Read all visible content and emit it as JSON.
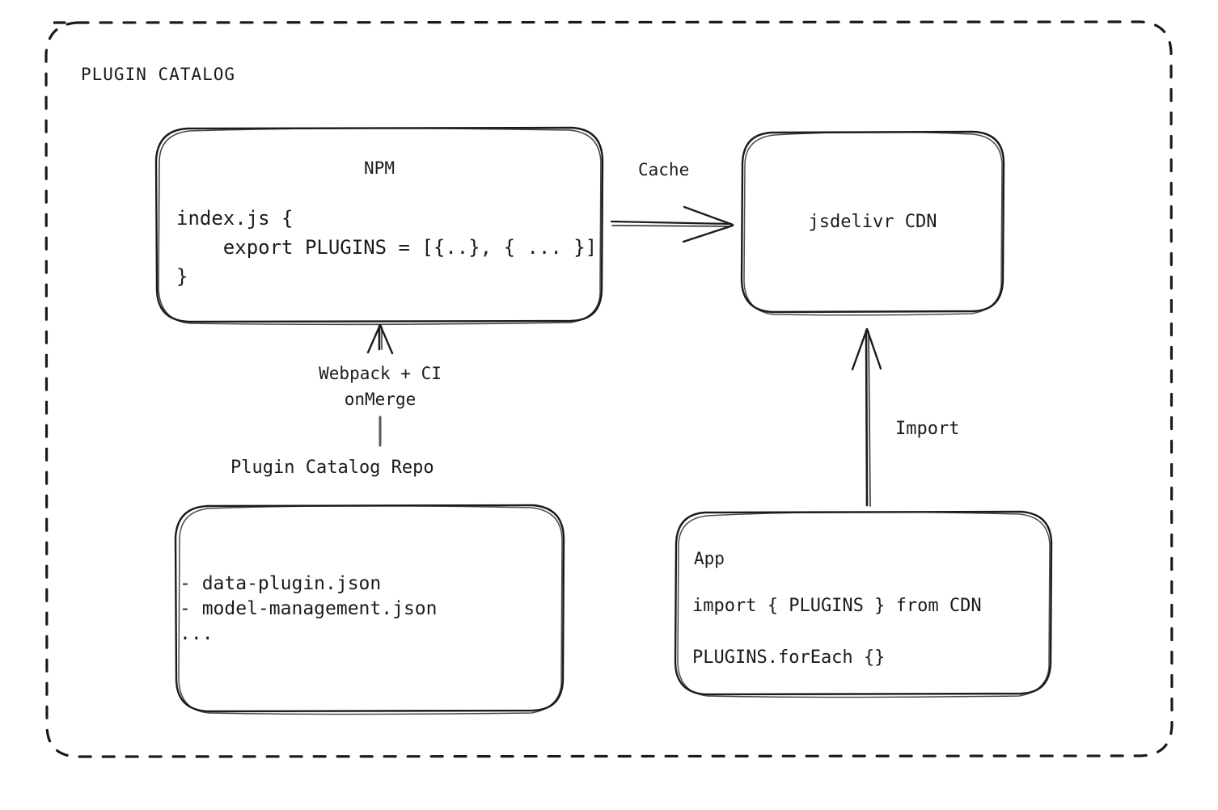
{
  "diagram": {
    "frame_title": "PLUGIN CATALOG",
    "background_color": "#ffffff",
    "stroke_color": "#1b1b1f"
  },
  "nodes": {
    "npm": {
      "title": "NPM",
      "code": "index.js {\n    export PLUGINS = [{..}, { ... }]\n}"
    },
    "cdn": {
      "title": "jsdelivr CDN"
    },
    "repo": {
      "title": "Plugin Catalog Repo",
      "files": "- data-plugin.json\n- model-management.json\n..."
    },
    "app": {
      "title": "App",
      "line1": "import { PLUGINS } from CDN",
      "line2": "PLUGINS.forEach {}"
    }
  },
  "edges": {
    "cache": {
      "label": "Cache",
      "from": "npm",
      "to": "cdn"
    },
    "webpack": {
      "label": "Webpack + CI\nonMerge",
      "from": "repo",
      "to": "npm"
    },
    "import": {
      "label": "Import",
      "from": "app",
      "to": "cdn"
    }
  }
}
